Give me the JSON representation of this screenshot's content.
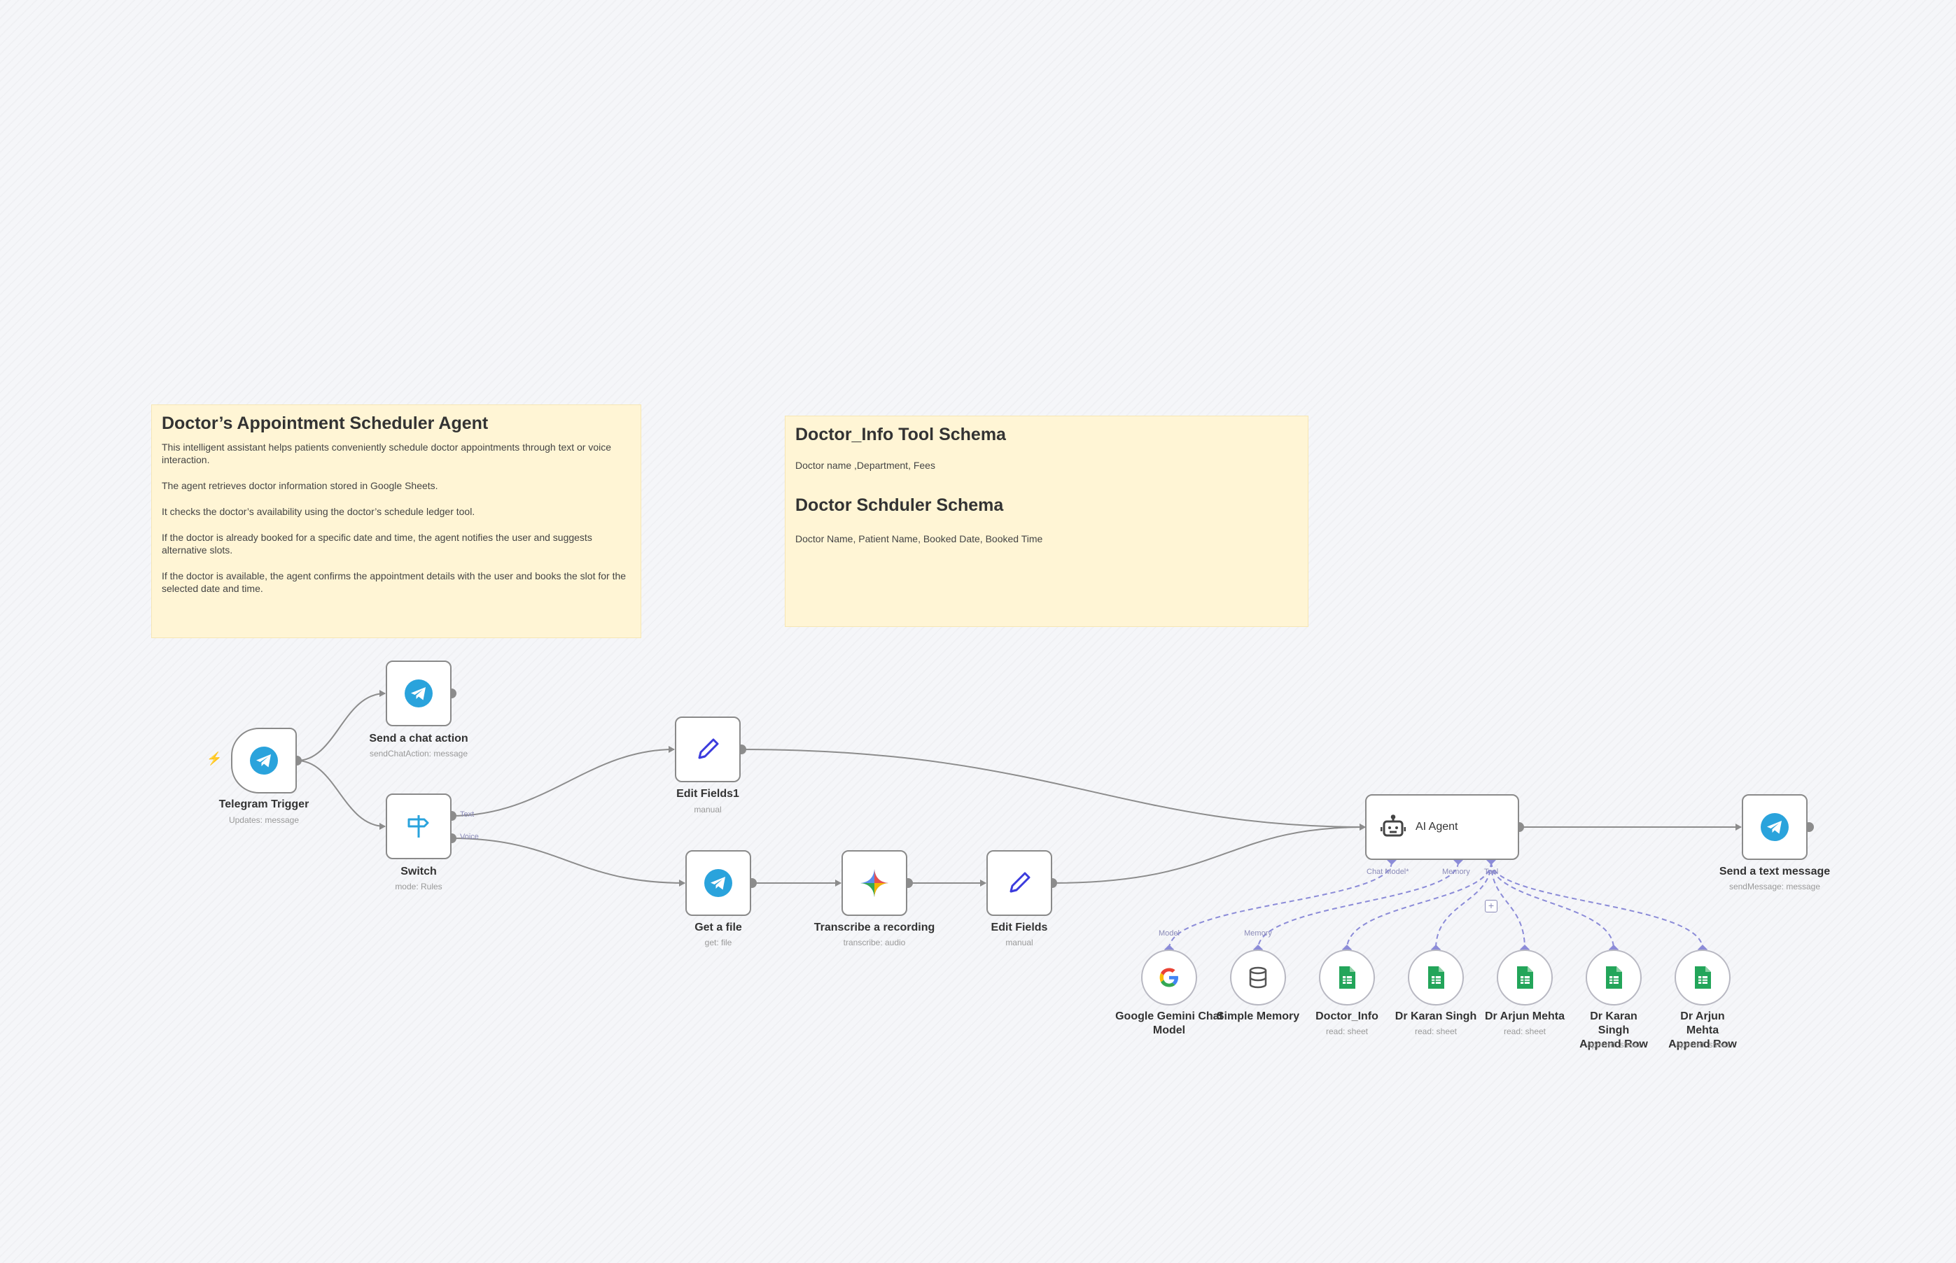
{
  "notes": {
    "left": {
      "title": "Doctor’s Appointment Scheduler Agent",
      "p1": "This intelligent assistant helps patients conveniently schedule doctor appointments through text or voice interaction.",
      "p2": "The agent retrieves doctor information stored in Google Sheets.",
      "p3": "It checks the doctor’s availability using the doctor’s schedule ledger tool.",
      "p4": "If the doctor is already booked for a specific date and time, the agent notifies the user and suggests alternative slots.",
      "p5": "If the doctor is available, the agent confirms the appointment details with the user and books the slot for the selected date and time."
    },
    "right": {
      "title1": "Doctor_Info Tool Schema",
      "text1": "Doctor name ,Department, Fees",
      "title2": "Doctor Schduler Schema",
      "text2": "Doctor Name, Patient Name, Booked Date, Booked Time"
    }
  },
  "nodes": {
    "telegram_trigger": {
      "title": "Telegram Trigger",
      "subtitle": "Updates: message"
    },
    "send_chat_action": {
      "title": "Send a chat action",
      "subtitle": "sendChatAction: message"
    },
    "switch": {
      "title": "Switch",
      "subtitle": "mode: Rules",
      "out1": "Text",
      "out2": "Voice"
    },
    "edit_fields1": {
      "title": "Edit Fields1",
      "subtitle": "manual"
    },
    "get_file": {
      "title": "Get a file",
      "subtitle": "get: file"
    },
    "transcribe": {
      "title": "Transcribe a recording",
      "subtitle": "transcribe: audio"
    },
    "edit_fields": {
      "title": "Edit Fields",
      "subtitle": "manual"
    },
    "ai_agent": {
      "label": "AI Agent",
      "port_chat_model": "Chat Model*",
      "port_memory": "Memory",
      "port_tool": "Tool"
    },
    "send_text": {
      "title": "Send a text message",
      "subtitle": "sendMessage: message"
    },
    "gemini": {
      "title": "Google Gemini Chat Model",
      "conn": "Model"
    },
    "memory": {
      "title": "Simple Memory",
      "conn": "Memory"
    },
    "doctor_info": {
      "title": "Doctor_Info",
      "subtitle": "read: sheet"
    },
    "karan_read": {
      "title": "Dr Karan Singh",
      "subtitle": "read: sheet"
    },
    "arjun_read": {
      "title": "Dr Arjun Mehta",
      "subtitle": "read: sheet"
    },
    "karan_append": {
      "title": "Dr Karan Singh Append Row",
      "subtitle": "append: sheet"
    },
    "arjun_append": {
      "title": "Dr Arjun Mehta Append Row",
      "subtitle": "append: sheet"
    }
  },
  "colors": {
    "telegram": "#2aa3dc",
    "edit_pencil": "#3b3bdd",
    "sheets": "#23a55a",
    "connection": "#8c8c8c",
    "ai_connection": "#8b8bd8",
    "sticky": "#fff5d5"
  },
  "icons": {
    "telegram": "telegram-icon",
    "switch": "signpost-icon",
    "edit": "pencil-icon",
    "gemini": "gemini-sparkle-icon",
    "agent": "robot-icon",
    "google": "google-g-icon",
    "memory": "database-icon",
    "sheets": "google-sheets-icon"
  }
}
